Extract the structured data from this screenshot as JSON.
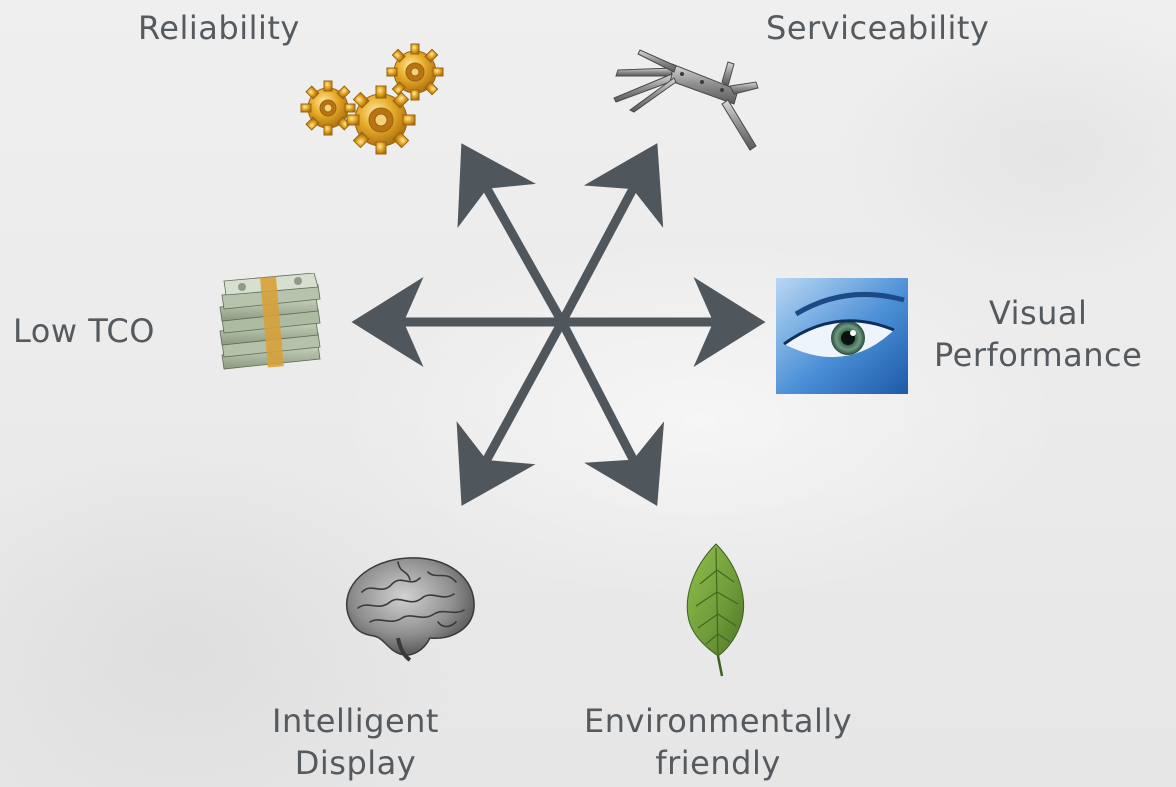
{
  "features": {
    "reliability": {
      "line1": "Reliability",
      "icon": "gears-icon"
    },
    "serviceability": {
      "line1": "Serviceability",
      "icon": "multitool-icon"
    },
    "low_tco": {
      "line1": "Low TCO",
      "icon": "money-stack-icon"
    },
    "visual_performance": {
      "line1": "Visual",
      "line2": "Performance",
      "icon": "eye-icon"
    },
    "intelligent_display": {
      "line1": "Intelligent",
      "line2": "Display",
      "icon": "brain-icon"
    },
    "environmentally_friendly": {
      "line1": "Environmentally",
      "line2": "friendly",
      "icon": "leaf-icon"
    }
  },
  "colors": {
    "arrow": "#50575c",
    "text": "#555a5f",
    "gear": "#e2a31c",
    "leaf": "#6f9a3a",
    "eye": "#3a7bd5",
    "money": "#7d8f72"
  }
}
